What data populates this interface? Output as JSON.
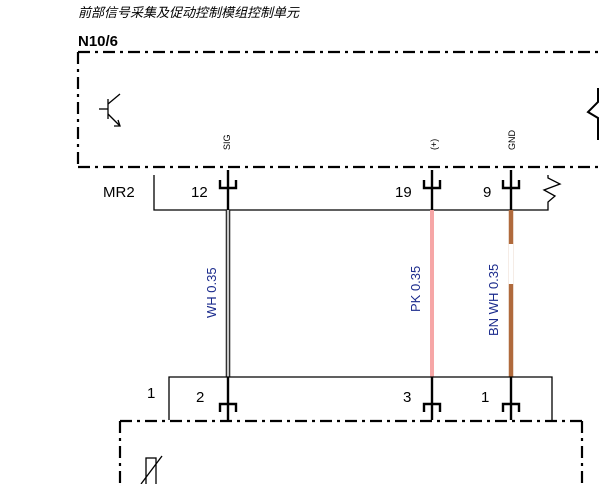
{
  "header": {
    "module_title": "前部信号采集及促动控制模组控制单元",
    "module_code": "N10/6"
  },
  "top_connector": {
    "name": "MR2",
    "pins": [
      {
        "number": "12",
        "signal": "SIG"
      },
      {
        "number": "19",
        "signal": "(+)"
      },
      {
        "number": "9",
        "signal": "GND"
      }
    ]
  },
  "wires": [
    {
      "label": "WH 0.35",
      "color": "#c8c8c8"
    },
    {
      "label": "PK 0.35",
      "color": "#f6a6a6"
    },
    {
      "label": "BN WH 0.35",
      "color": "#b06a3c",
      "stripe": "#ffffff"
    }
  ],
  "bottom_connector": {
    "name": "1",
    "pins": [
      {
        "number": "2"
      },
      {
        "number": "3"
      },
      {
        "number": "1"
      }
    ]
  },
  "colors": {
    "line": "#000000",
    "wire_label": "#1a2a8c"
  }
}
